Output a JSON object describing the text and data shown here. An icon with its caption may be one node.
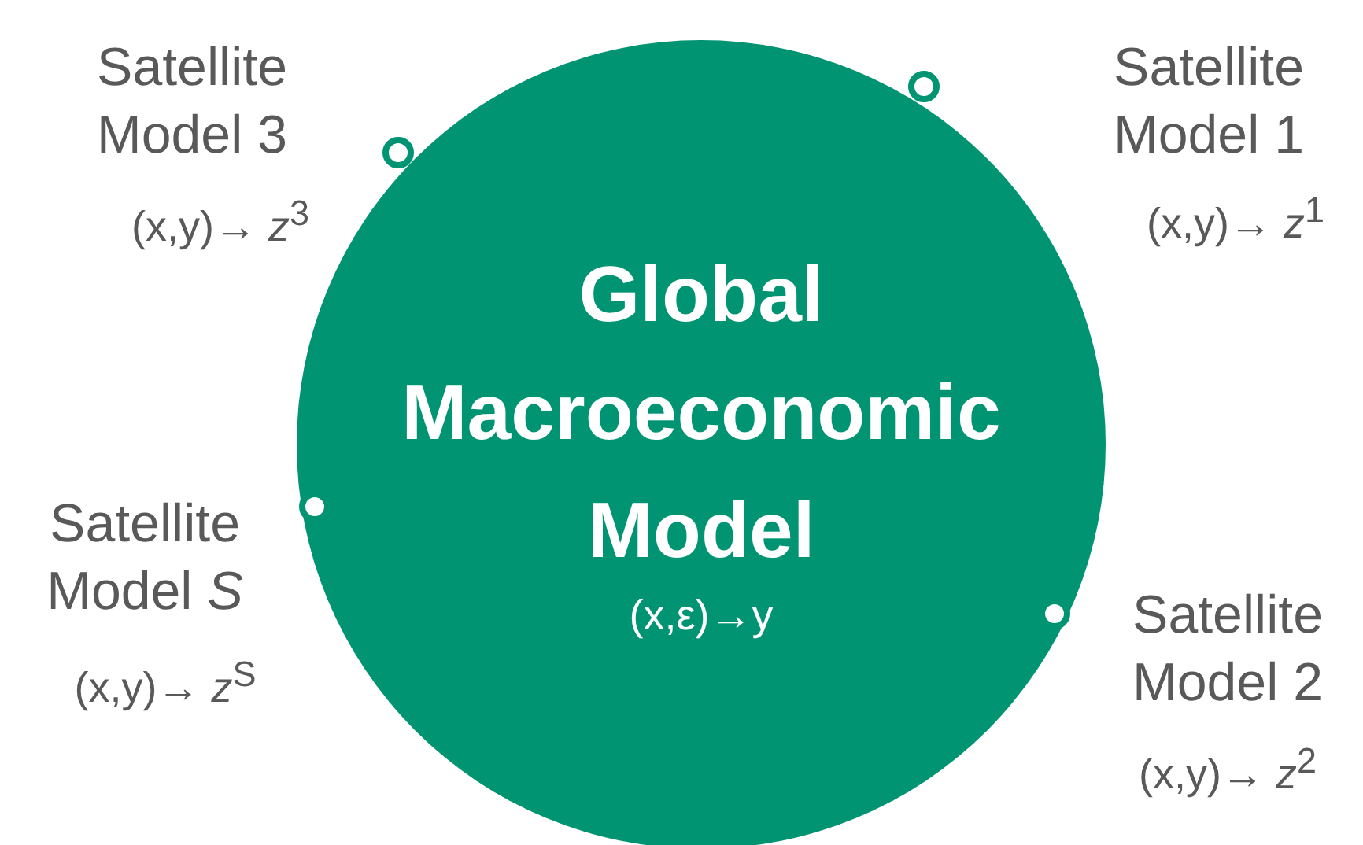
{
  "diagram": {
    "nodes": [
      {
        "text": [
          "Global Macroeconomic Model",
          "(x,ε)→y"
        ]
      }
    ],
    "labels": [
      "Satellite Model 3",
      "(x,y)→ *z*$^{3}$",
      "Satellite Model 1",
      "(x,y)→ *z*$^{1}$",
      "Satellite Model *S*",
      "(x,y)→ *z*$^{S}$",
      "Satellite Model 2",
      "(x,y)→ *z*$^{2}$"
    ]
  }
}
